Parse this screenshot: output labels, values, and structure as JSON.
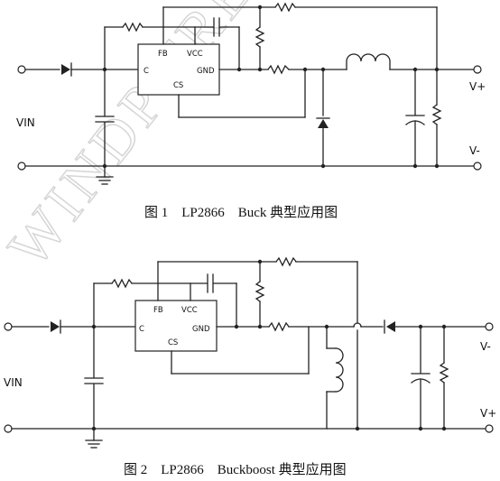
{
  "watermark": "WINDP FREE",
  "figure1": {
    "caption": "图 1    LP2866    Buck 典型应用图",
    "pins": {
      "fb": "FB",
      "vcc": "VCC",
      "c": "C",
      "gnd": "GND",
      "cs": "CS"
    },
    "labels": {
      "vin": "VIN",
      "vplus": "V+",
      "vminus": "V-"
    }
  },
  "figure2": {
    "caption": "图 2    LP2866    Buckboost 典型应用图",
    "pins": {
      "fb": "FB",
      "vcc": "VCC",
      "c": "C",
      "gnd": "GND",
      "cs": "CS"
    },
    "labels": {
      "vin": "VIN",
      "vminus": "V-",
      "vplus": "V+"
    }
  }
}
